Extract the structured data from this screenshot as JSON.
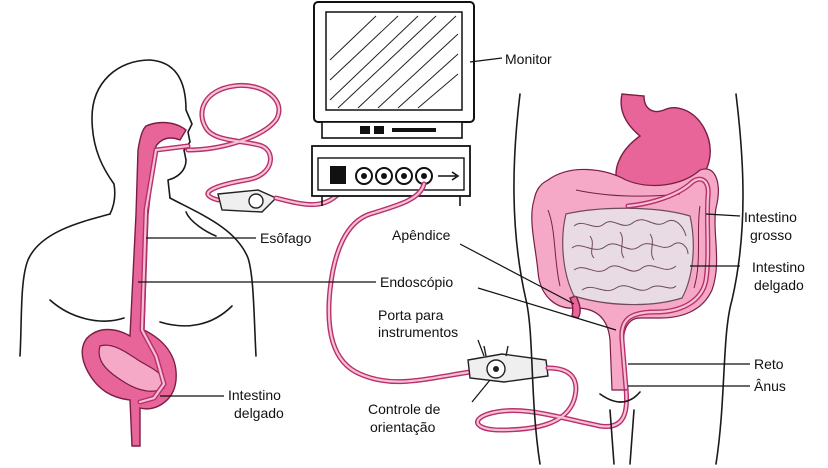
{
  "labels": {
    "monitor": "Monitor",
    "esofago": "Esôfago",
    "apendice": "Apêndice",
    "endoscopio": "Endoscópio",
    "porta_line1": "Porta para",
    "porta_line2": "instrumentos",
    "intestino_delgado_left_1": "Intestino",
    "intestino_delgado_left_2": "delgado",
    "controle_line1": "Controle de",
    "controle_line2": "orientação",
    "intestino_grosso_1": "Intestino",
    "intestino_grosso_2": "grosso",
    "intestino_delgado_right_1": "Intestino",
    "intestino_delgado_right_2": "delgado",
    "reto": "Reto",
    "anus": "Ânus"
  },
  "colors": {
    "organ_pink": "#e8659a",
    "organ_light": "#f5a9c6",
    "tube": "#b8306b",
    "outline": "#1a1a1a"
  }
}
